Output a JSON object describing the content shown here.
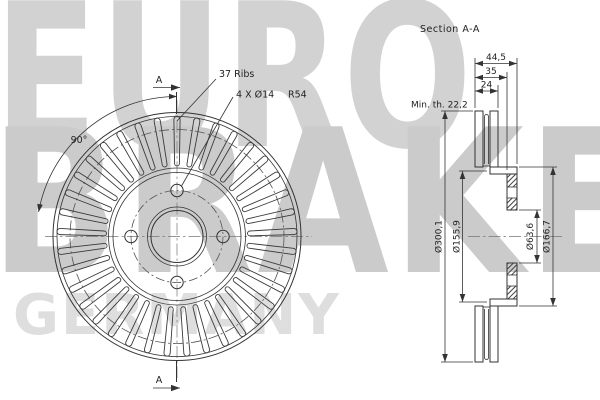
{
  "watermark": {
    "line1": "EURO",
    "line2": "BRAKE",
    "line3": "GERMANY"
  },
  "front_view": {
    "section_marker_top": "A",
    "section_marker_bottom": "A",
    "angle_label": "90°",
    "ribs_label": "37 Ribs",
    "holes_label": "4 X Ø14",
    "holes_radius_label": "R54",
    "ribs_count": 37,
    "bolt_holes_count": 4
  },
  "section_view": {
    "title": "Section A-A",
    "dim_total_width": "44,5",
    "dim_hat_width": "35",
    "dim_ring_width": "24",
    "dim_min_thickness": "Min. th. 22,2",
    "dim_outer_diameter": "Ø300,1",
    "dim_friction_inner_diameter": "Ø155,9",
    "dim_bore_diameter": "Ø63,6",
    "dim_hat_diameter": "Ø166,7"
  },
  "colors": {
    "line": "#333333",
    "watermark_light": "#dedede",
    "watermark_mid": "#d0d0d0",
    "background": "#ffffff"
  }
}
